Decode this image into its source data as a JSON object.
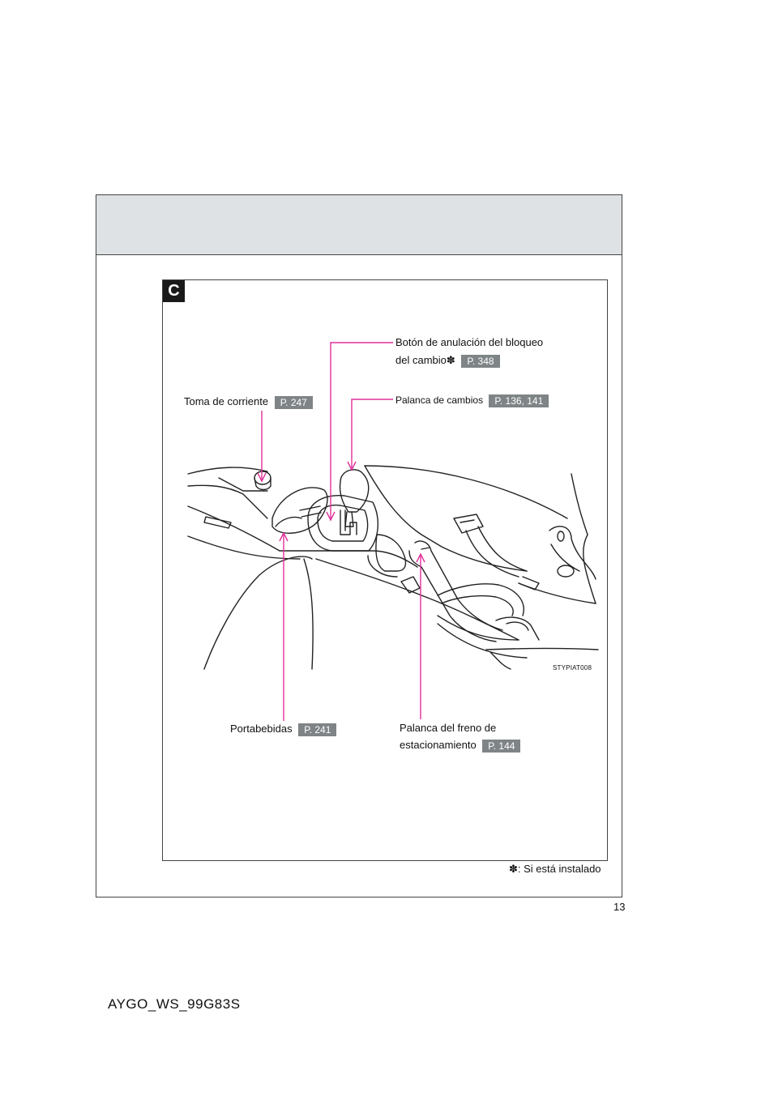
{
  "section": {
    "badge": "C"
  },
  "labels": {
    "override_button": {
      "line1": "Botón de anulación del bloqueo",
      "line2": "del cambio",
      "ref": "P. 348"
    },
    "power_outlet": {
      "text": "Toma de corriente",
      "ref": "P. 247"
    },
    "shift_lever": {
      "text": "Palanca de cambios",
      "ref": "P. 136, 141"
    },
    "cup_holders": {
      "text": "Portabebidas",
      "ref": "P. 241"
    },
    "parking_brake": {
      "line1": "Palanca del freno de",
      "line2": "estacionamiento",
      "ref": "P. 144"
    }
  },
  "illustration": {
    "code": "STYPIAT008"
  },
  "footnote": {
    "symbol": "✽",
    "text": ": Si está instalado"
  },
  "page": {
    "number": "13",
    "doc_code": "AYGO_WS_99G83S"
  },
  "colors": {
    "leader_line": "#e0309a",
    "ref_badge": "#7f8486",
    "header_band": "#dfe2e4"
  }
}
